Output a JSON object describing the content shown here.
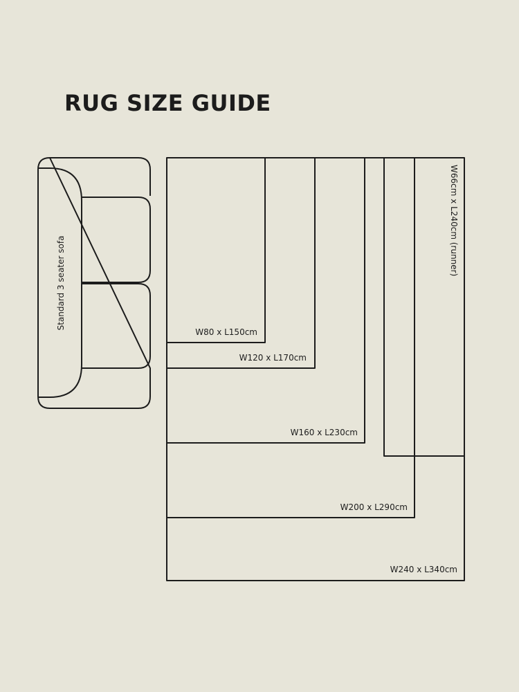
{
  "title": "RUG SIZE GUIDE",
  "sofa": {
    "label": "Standard 3 seater sofa"
  },
  "rugs": [
    {
      "id": "w240",
      "label": "W240 x L340cm"
    },
    {
      "id": "w200",
      "label": "W200 x L290cm"
    },
    {
      "id": "w160",
      "label": "W160 x L230cm"
    },
    {
      "id": "w120",
      "label": "W120 x L170cm"
    },
    {
      "id": "w80",
      "label": "W80 x L150cm"
    },
    {
      "id": "runner",
      "label": "W66cm x L240cm (runner)"
    }
  ],
  "colors": {
    "background": "#e7e5d9",
    "line": "#1c1c1c"
  }
}
